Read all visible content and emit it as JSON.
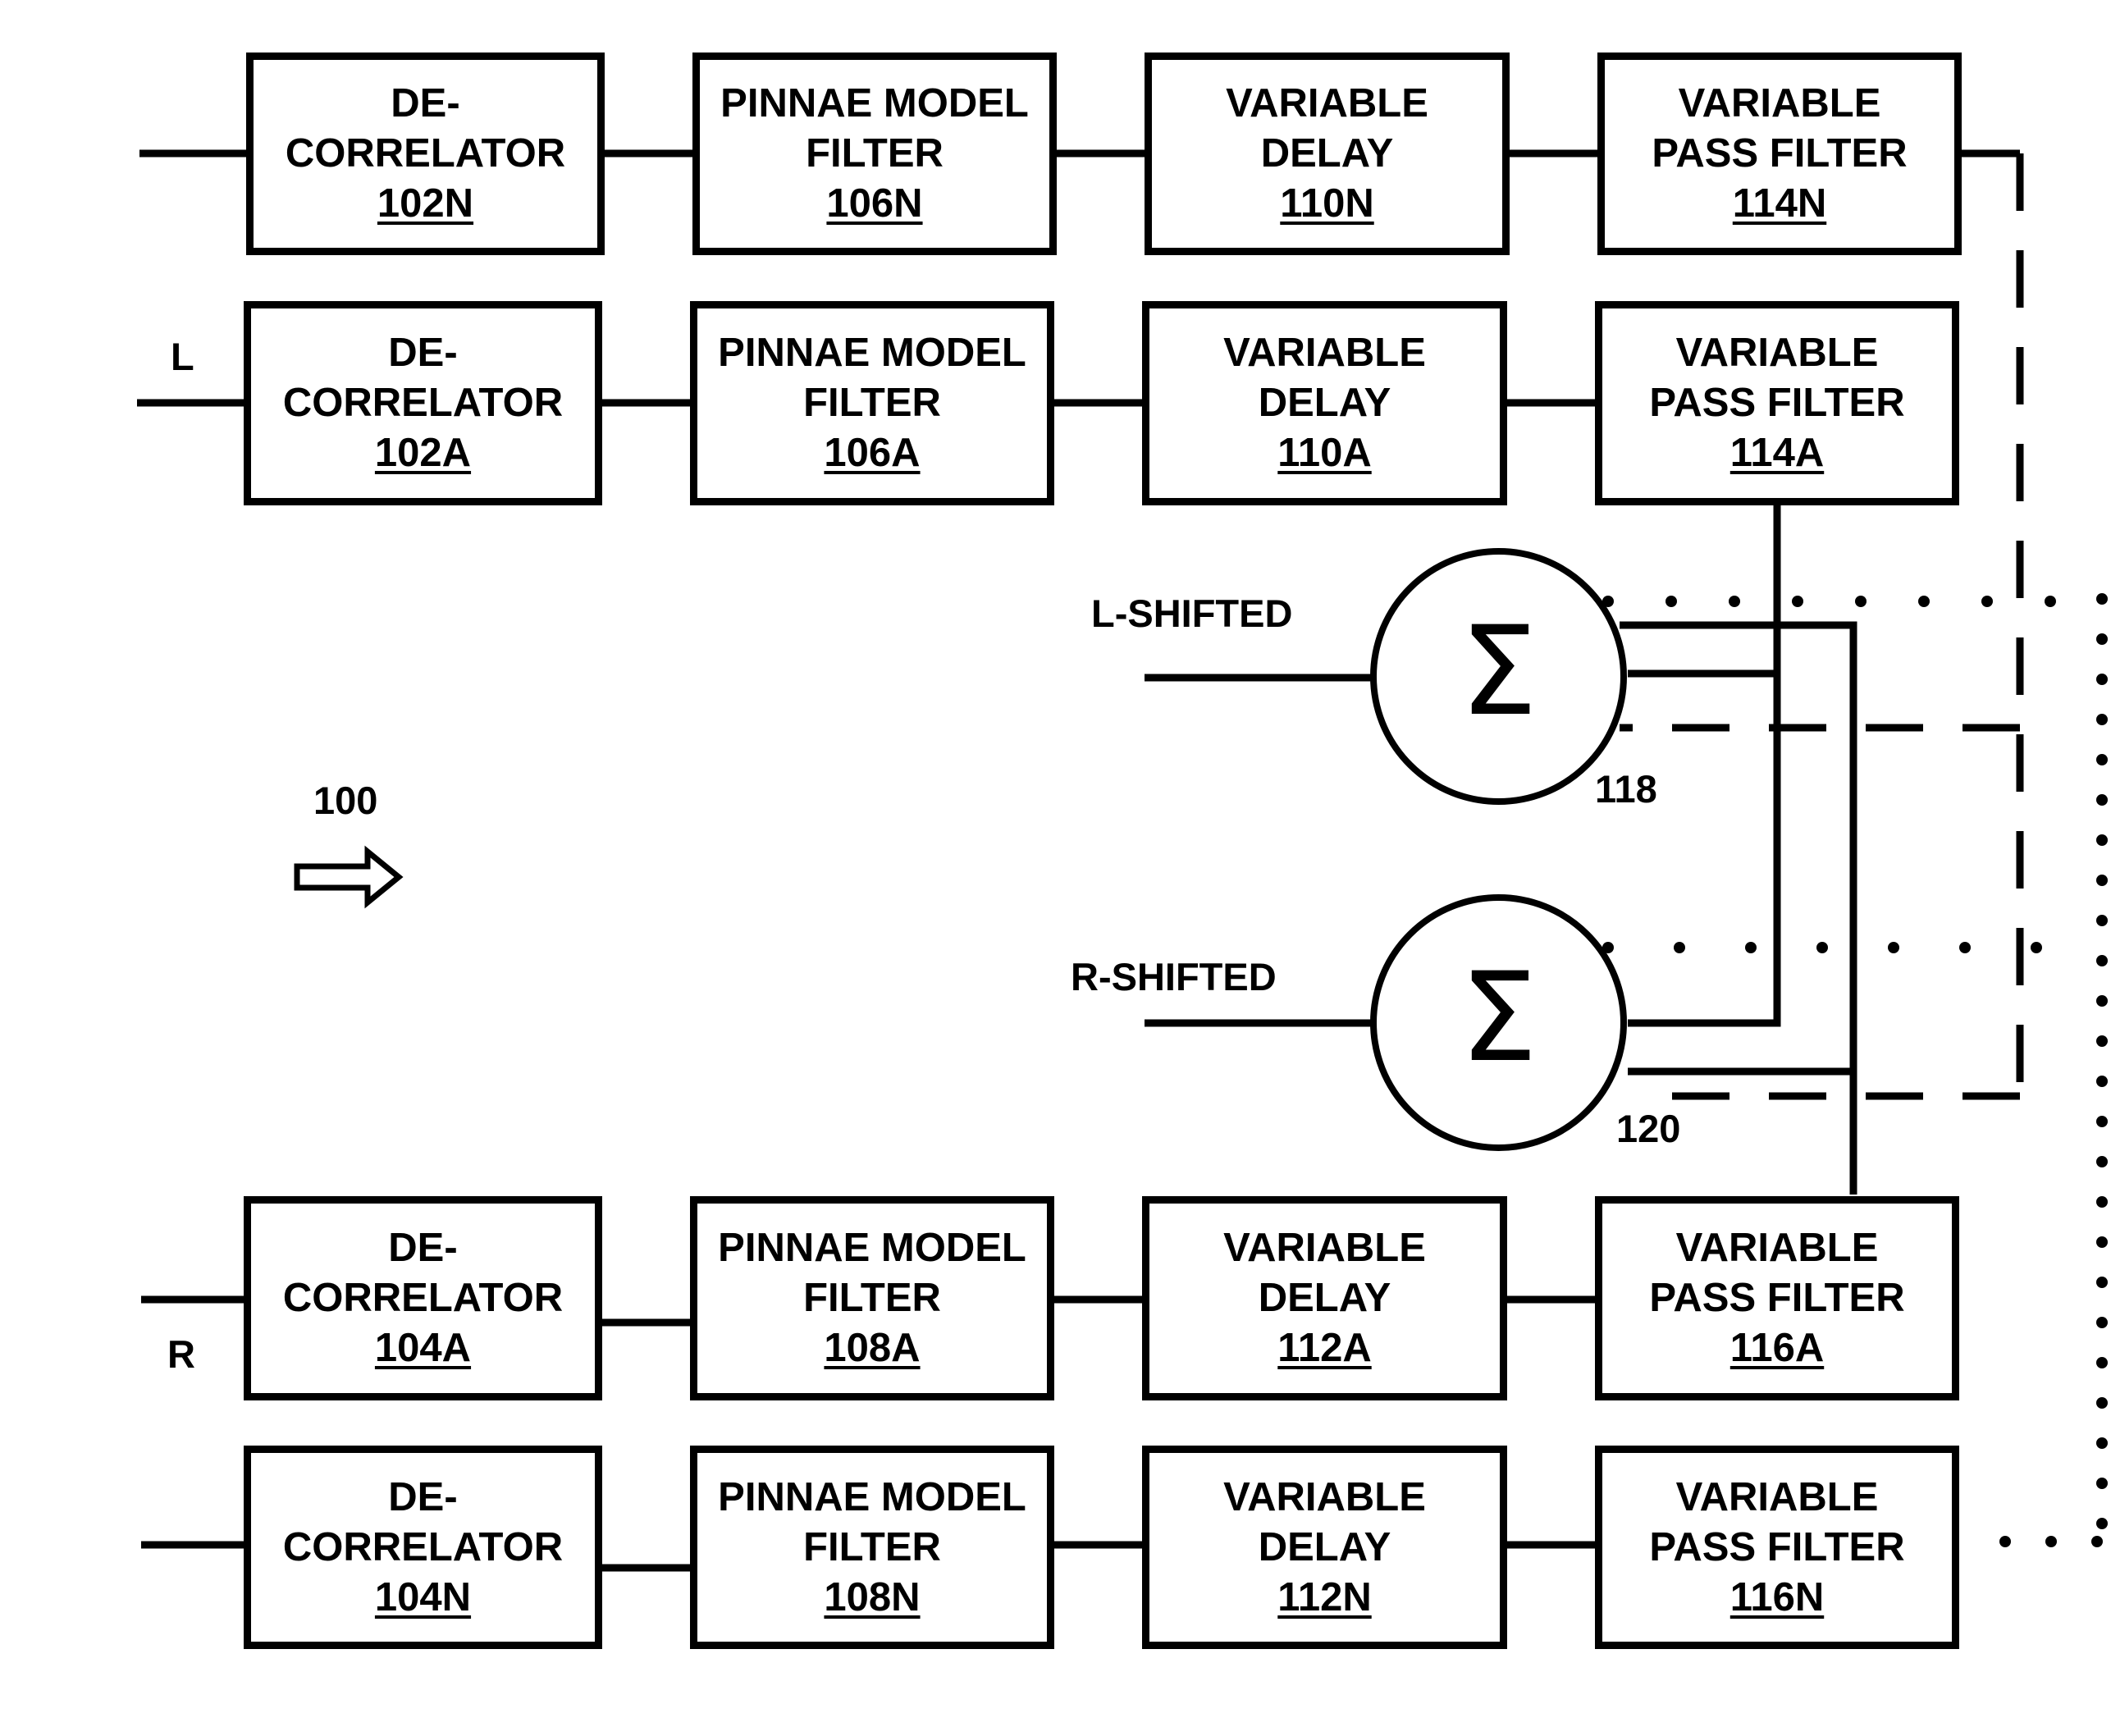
{
  "figure_label": "100",
  "inputs": {
    "left": "L",
    "right": "R"
  },
  "signals": {
    "l_shifted": "L-SHIFTED",
    "r_shifted": "R-SHIFTED"
  },
  "summers": [
    {
      "symbol": "Σ",
      "ref": "118"
    },
    {
      "symbol": "Σ",
      "ref": "120"
    }
  ],
  "blocks": {
    "decor_102N": {
      "line1": "DE-",
      "line2": "CORRELATOR",
      "num": "102N"
    },
    "pinnae_106N": {
      "line1": "PINNAE MODEL",
      "line2": "FILTER",
      "num": "106N"
    },
    "delay_110N": {
      "line1": "VARIABLE",
      "line2": "DELAY",
      "num": "110N"
    },
    "pass_114N": {
      "line1": "VARIABLE",
      "line2": "PASS FILTER",
      "num": "114N"
    },
    "decor_102A": {
      "line1": "DE-",
      "line2": "CORRELATOR",
      "num": "102A"
    },
    "pinnae_106A": {
      "line1": "PINNAE MODEL",
      "line2": "FILTER",
      "num": "106A"
    },
    "delay_110A": {
      "line1": "VARIABLE",
      "line2": "DELAY",
      "num": "110A"
    },
    "pass_114A": {
      "line1": "VARIABLE",
      "line2": "PASS FILTER",
      "num": "114A"
    },
    "decor_104A": {
      "line1": "DE-",
      "line2": "CORRELATOR",
      "num": "104A"
    },
    "pinnae_108A": {
      "line1": "PINNAE MODEL",
      "line2": "FILTER",
      "num": "108A"
    },
    "delay_112A": {
      "line1": "VARIABLE",
      "line2": "DELAY",
      "num": "112A"
    },
    "pass_116A": {
      "line1": "VARIABLE",
      "line2": "PASS FILTER",
      "num": "116A"
    },
    "decor_104N": {
      "line1": "DE-",
      "line2": "CORRELATOR",
      "num": "104N"
    },
    "pinnae_108N": {
      "line1": "PINNAE MODEL",
      "line2": "FILTER",
      "num": "108N"
    },
    "delay_112N": {
      "line1": "VARIABLE",
      "line2": "DELAY",
      "num": "112N"
    },
    "pass_116N": {
      "line1": "VARIABLE",
      "line2": "PASS FILTER",
      "num": "116N"
    }
  }
}
